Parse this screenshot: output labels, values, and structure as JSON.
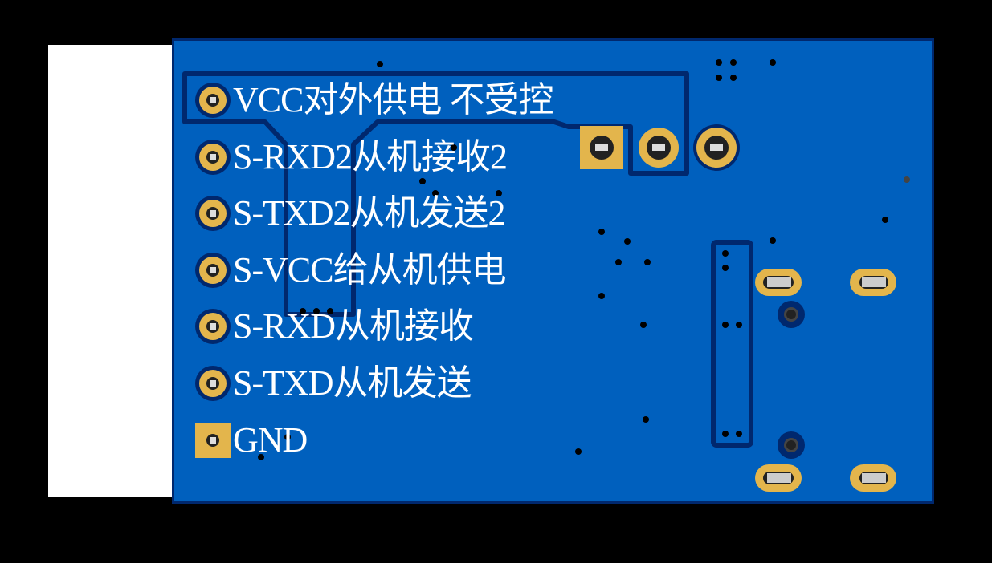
{
  "board": {
    "pin_labels": [
      "VCC对外供电 不受控",
      "S-RXD2从机接收2",
      "S-TXD2从机发送2",
      "S-VCC给从机供电",
      "S-RXD从机接收",
      "S-TXD从机发送",
      "GND"
    ]
  },
  "colors": {
    "board": "#0060be",
    "trace_outline": "#00286e",
    "pad": "#e3b54c",
    "silkscreen": "#ffffff"
  }
}
